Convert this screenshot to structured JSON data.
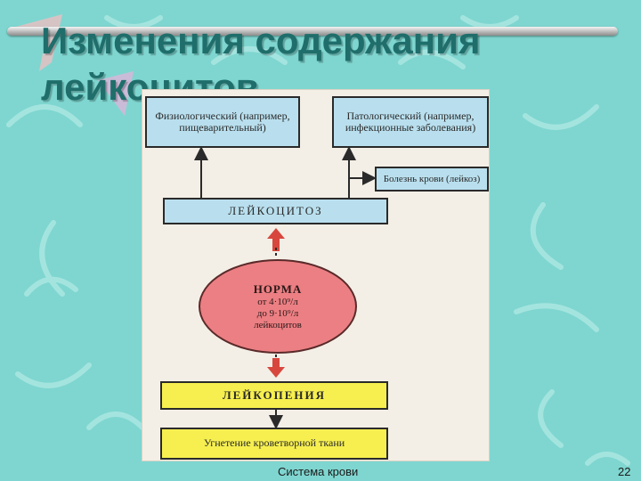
{
  "slide": {
    "title": "Изменения содержания лейкоцитов",
    "footer": "Система крови",
    "page_number": "22"
  },
  "diagram": {
    "physiological": "Физиологический (например, пищеварительный)",
    "pathological": "Патологический (например, инфекционные заболевания)",
    "blood_disease": "Болезнь крови (лейкоз)",
    "leukocytosis": "ЛЕЙКОЦИТОЗ",
    "norm_title": "НОРМА",
    "norm_line1": "от 4·10⁹/л",
    "norm_line2": "до 9·10⁹/л",
    "norm_line3": "лейкоцитов",
    "leukopenia": "ЛЕЙКОПЕНИЯ",
    "suppression": "Угнетение кроветворной ткани"
  },
  "colors": {
    "background": "#7fd6d0",
    "title": "#1f6e6b",
    "box_blue": "#b9dfee",
    "box_yellow": "#f6ef4f",
    "norm_circle": "#ec7f83",
    "arrow_red": "#d8473e"
  }
}
